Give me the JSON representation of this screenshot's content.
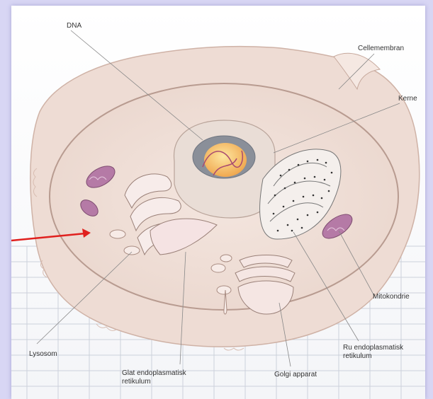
{
  "diagram": {
    "labels": {
      "dna": "DNA",
      "cellemembran": "Cellemembran",
      "kerne": "Kerne",
      "mitokondrie": "Mitokondrie",
      "lysosom": "Lysosom",
      "ru_line1": "Ru endoplasmatisk",
      "ru_line2": "retikulum",
      "glat_line1": "Glat endoplasmatisk",
      "glat_line2": "retikulum",
      "golgi": "Golgi apparat"
    },
    "colors": {
      "frame": "#d8d6f4",
      "cytoplasm": "#f2e3dc",
      "cell_outer": "#eddcd4",
      "membrane_edge": "#c8a99d",
      "nucleus": "#e9ddd6",
      "nucleolus": "#f2b760",
      "mitochondria": "#b67fa8",
      "pointer_arrow": "#e0201e",
      "grid_line": "#c9ced8"
    },
    "icons": {
      "pointer": "red-arrow-icon"
    }
  }
}
